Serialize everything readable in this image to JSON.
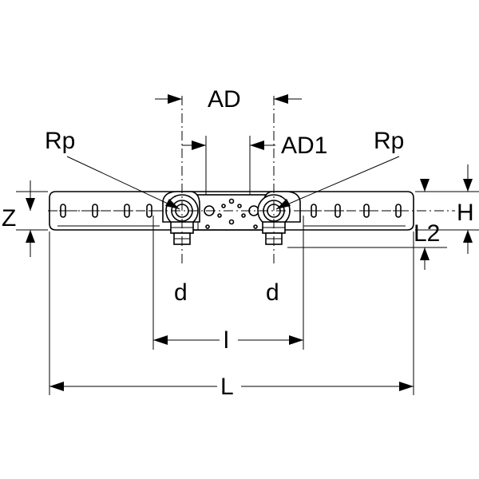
{
  "diagram": {
    "labels": {
      "ad": "AD",
      "ad1": "AD1",
      "rp_left": "Rp",
      "rp_right": "Rp",
      "z": "Z",
      "h": "H",
      "l2": "L2",
      "d_left": "d",
      "d_right": "d",
      "l_small": "l",
      "l_total": "L"
    }
  }
}
